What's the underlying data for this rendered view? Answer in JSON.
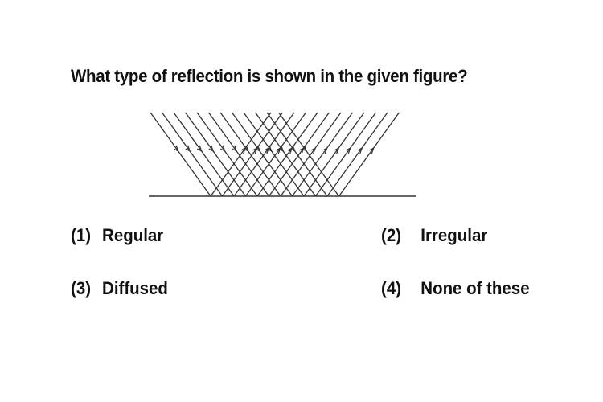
{
  "question": {
    "text": "What type of reflection is shown in the given figure?"
  },
  "figure": {
    "ray_count": 12,
    "stroke_color": "#333333",
    "icons": [
      "reflection-rays-diagram"
    ]
  },
  "options": [
    {
      "number": "(1)",
      "label": "Regular"
    },
    {
      "number": "(2)",
      "label": "Irregular"
    },
    {
      "number": "(3)",
      "label": "Diffused"
    },
    {
      "number": "(4)",
      "label": "None of these"
    }
  ]
}
